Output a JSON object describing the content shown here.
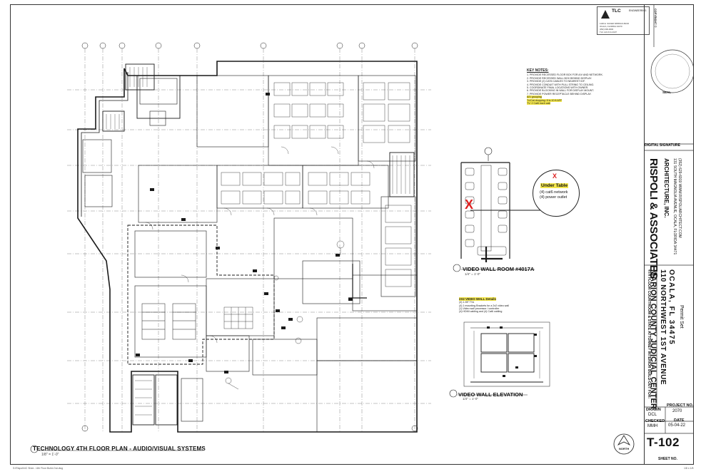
{
  "plan": {
    "title": "TECHNOLOGY 4TH FLOOR PLAN - AUDIO/VISUAL SYSTEMS",
    "scale": "1/8\" = 1'-0\""
  },
  "video_wall_room": {
    "title": "VIDEO WALL ROOM #4017A",
    "scale": "1/4\" = 1'-0\"",
    "callout": {
      "mark": "X",
      "title": "Under Table",
      "line1": "(4) cat6 network",
      "line2": "(4) power outlet"
    },
    "mark": "X"
  },
  "video_wall_elevation": {
    "title": "VIDEO WALL ELEVATION",
    "scale": "1/4\" = 1'-0\""
  },
  "key_notes": {
    "heading": "KEY NOTES:",
    "items": [
      "1. PROVIDE RECESSED FLOOR BOX FOR A/V AND NETWORK.",
      "2. PROVIDE RECESSED WALL BOX BEHIND DISPLAY.",
      "3. PROVIDE (2) CAT6 CABLES TO NEAREST IDF.",
      "4. PROVIDE CONDUIT WITH PULL STRING TO CEILING.",
      "5. COORDINATE FINAL LOCATIONS WITH OWNER.",
      "6. PROVIDE BLOCKING IN WALL FOR DISPLAY MOUNT.",
      "7. PROVIDE POWER RECEPTACLE BEHIND DISPLAY."
    ],
    "hl1": "A/V grouping",
    "hl2": "Tv/Cat dropping: 8 to 10 ft AFF",
    "hl3": "TV: 2 Cat6 each wall"
  },
  "details": {
    "heading": "2X2 VIDEO WALL Details",
    "lines": [
      "(4) 1-55\" TVs",
      "(4) 1 mounting Brackets for a 2x2 video wall",
      "(1) Video wall processor / controller",
      "(4) HDMI cabling and (4) Cat6 cabling"
    ]
  },
  "title_block": {
    "engineer": "TLC",
    "engineer_sub": "ENGINEERING",
    "engineer_lines": [
      "1100 E. SILVER SPRINGS BLVD",
      "OCALA, FLORIDA 34470",
      "(352) 000-0000",
      "TLC Job # 21-0137"
    ],
    "copyright": "COPYRIGHT ©",
    "seal": "SEAL",
    "digital_signature": "DIGITAL SIGNATURE",
    "firm_name": "RISPOLI & ASSOCIATES",
    "firm_name2": "ARCHITECTURE, INC.",
    "firm_address": "131 SOUTH MAGNOLIA AVENUE, OCALA, FLORIDA 34471",
    "firm_contact": "(352) 629-6919   WWW.RISPOLIARCHITECT.COM",
    "project_sub": "4TH FLOOR COURTROOM & STATE ATTORNEY INTERIOR BUILD-OUT FOR:",
    "project_name": "MARION COUNTY JUDICIAL CENTER",
    "project_address": "110 NORTHWEST 1ST AVENUE",
    "project_city": "OCALA, FL 34475",
    "phase": "Permit Set",
    "drawn_label": "DRAWN",
    "drawn_value": "DCL",
    "project_no_label": "PROJECT NO.",
    "project_no_value": "2070",
    "checked_label": "CHECKED",
    "checked_value": "MMH",
    "date_label": "DATE",
    "date_value": "05-04-22",
    "sheet_no": "T-102",
    "sheet_no_label": "SHEET NO.",
    "north_label": "NORTH"
  },
  "footer": {
    "left": "S:\\Rispoli\\4C Shee...\\4th Floor Build-Out.dwg",
    "right": "1/8 x 1/8"
  },
  "colors": {
    "line": "#1a1a1a",
    "highlight": "#f3e64c",
    "red": "#dd2222"
  }
}
